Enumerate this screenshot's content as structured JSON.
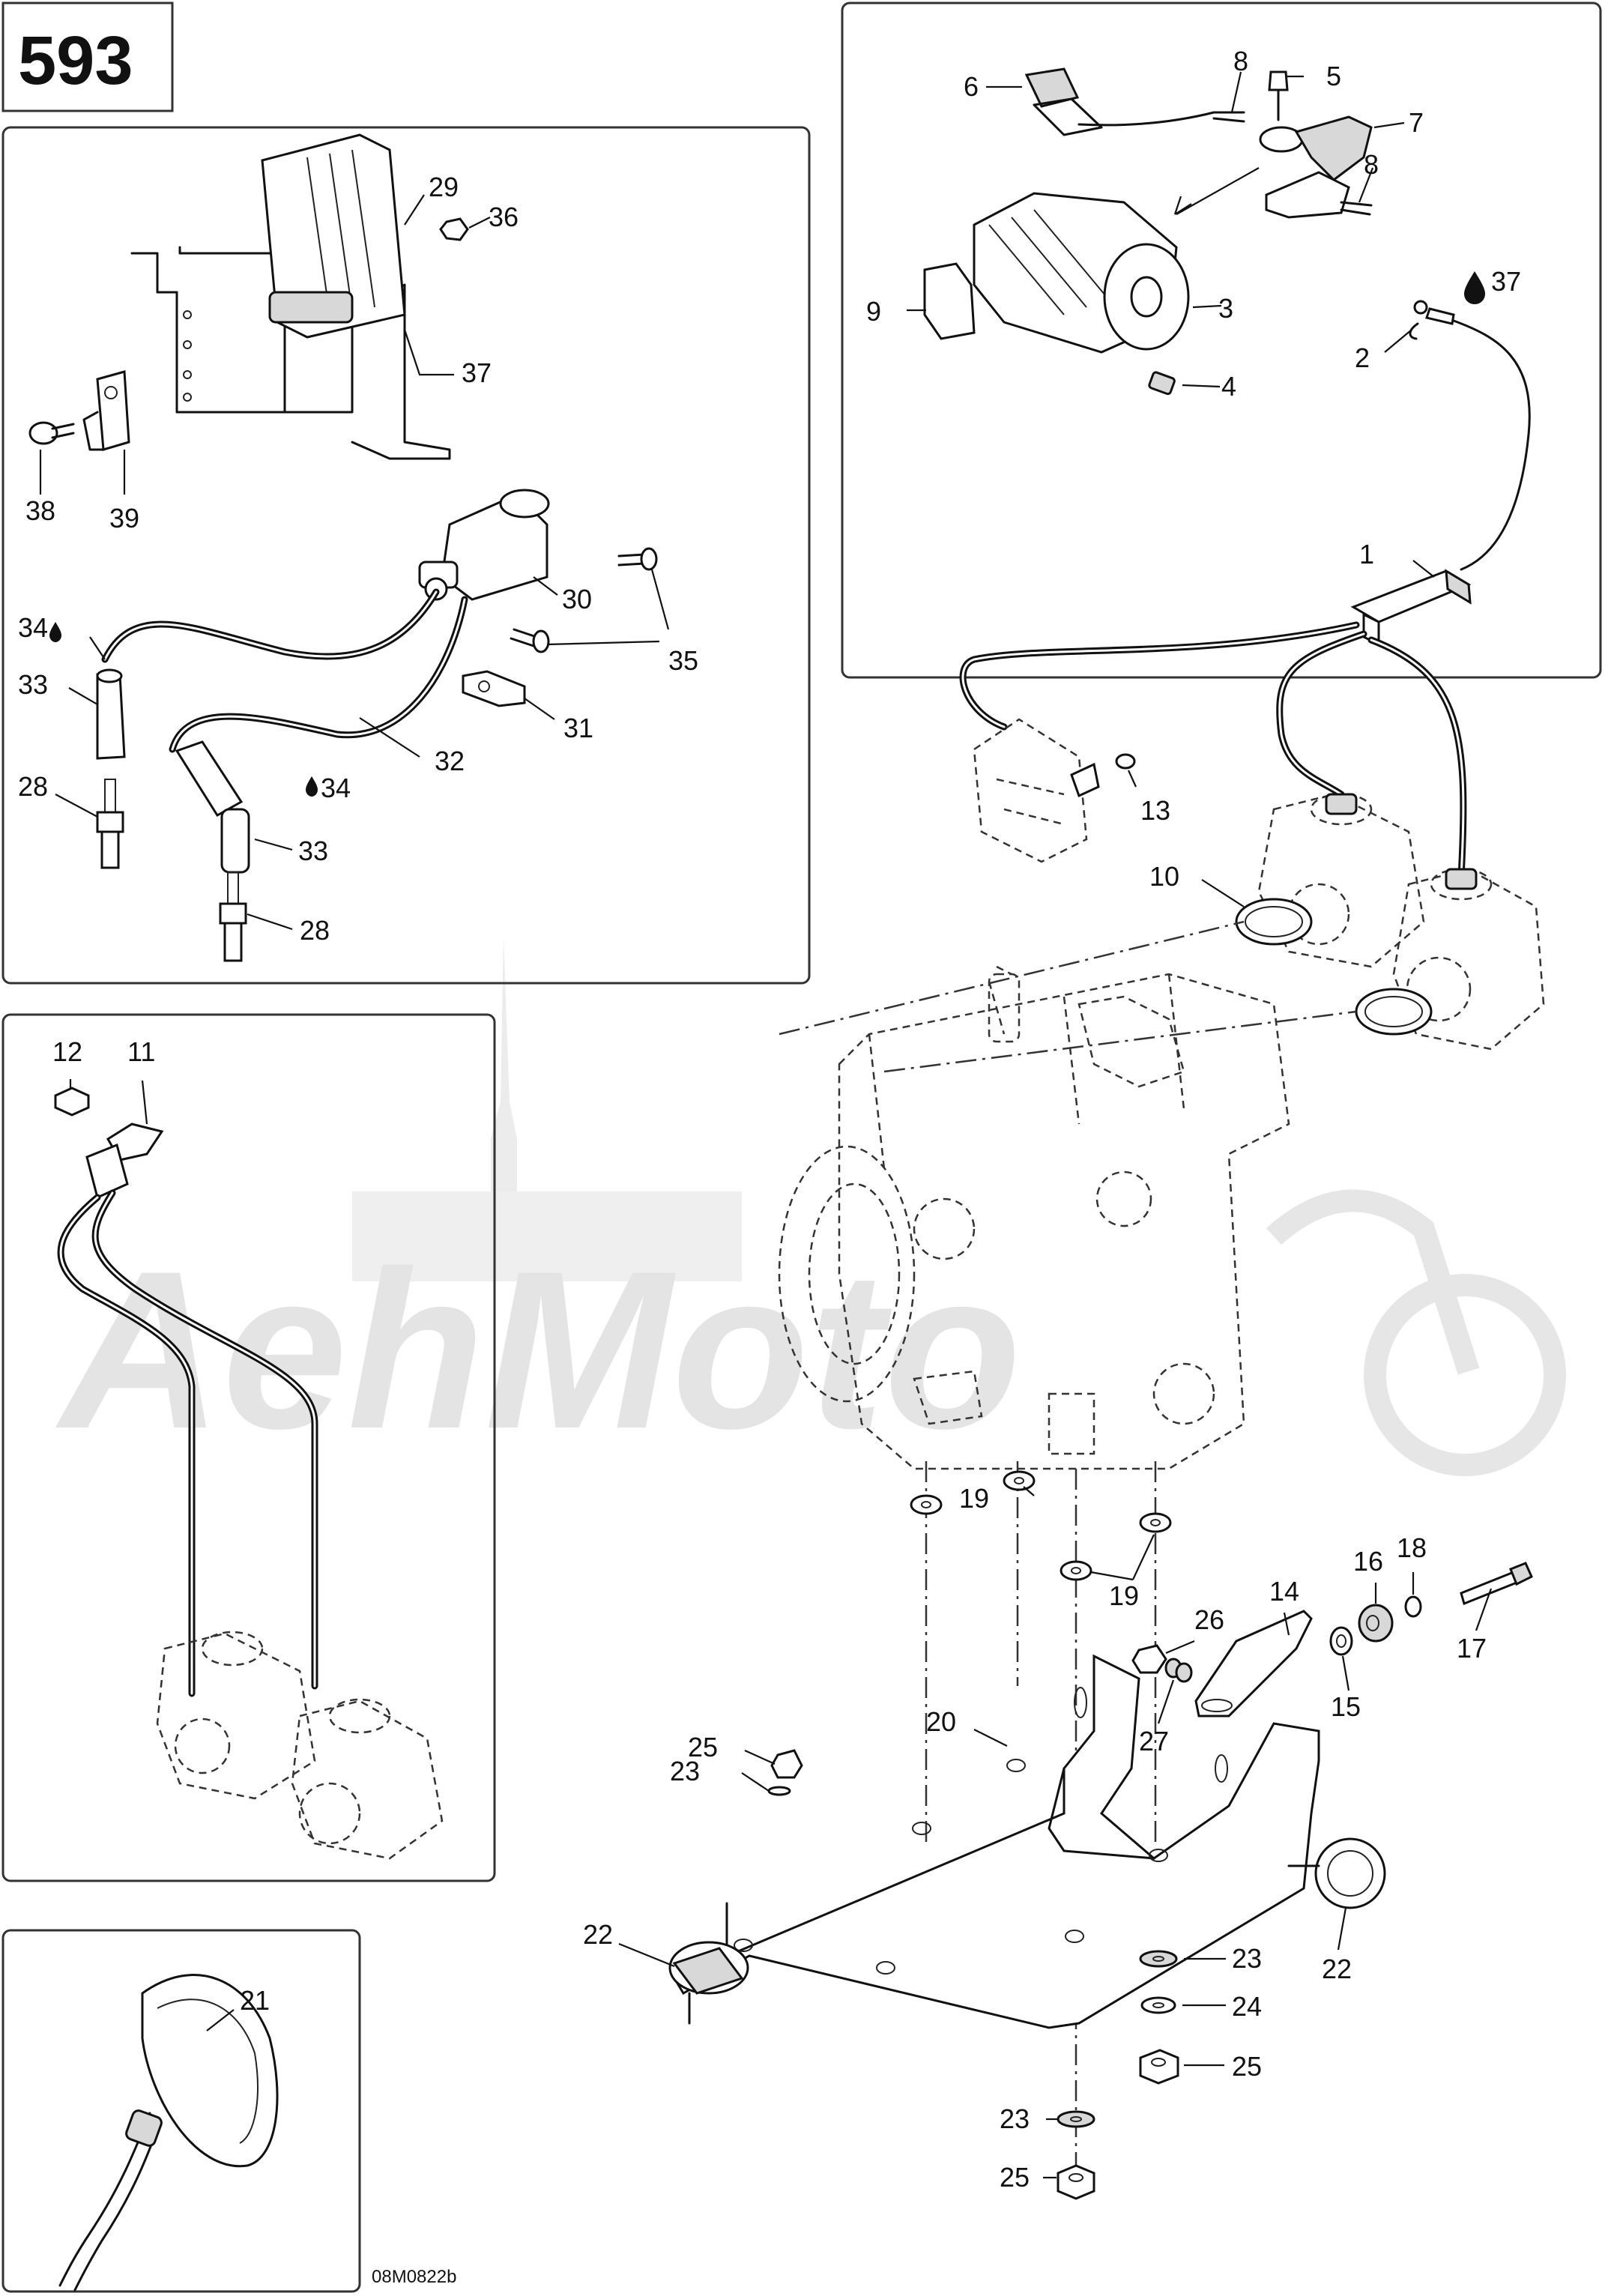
{
  "page_number": "593",
  "figure_code": "08M0822b",
  "watermark": "AehMoto",
  "fluid_icon": "oil-drop-icon",
  "callouts": [
    {
      "id": "c1",
      "text": "1"
    },
    {
      "id": "c2",
      "text": "2"
    },
    {
      "id": "c3",
      "text": "3"
    },
    {
      "id": "c4",
      "text": "4"
    },
    {
      "id": "c5",
      "text": "5"
    },
    {
      "id": "c6",
      "text": "6"
    },
    {
      "id": "c7",
      "text": "7"
    },
    {
      "id": "c8a",
      "text": "8"
    },
    {
      "id": "c8b",
      "text": "8"
    },
    {
      "id": "c9",
      "text": "9"
    },
    {
      "id": "c10",
      "text": "10"
    },
    {
      "id": "c11",
      "text": "11"
    },
    {
      "id": "c12",
      "text": "12"
    },
    {
      "id": "c13",
      "text": "13"
    },
    {
      "id": "c14",
      "text": "14"
    },
    {
      "id": "c15",
      "text": "15"
    },
    {
      "id": "c16",
      "text": "16"
    },
    {
      "id": "c17",
      "text": "17"
    },
    {
      "id": "c18",
      "text": "18"
    },
    {
      "id": "c19a",
      "text": "19"
    },
    {
      "id": "c19b",
      "text": "19"
    },
    {
      "id": "c20",
      "text": "20"
    },
    {
      "id": "c21",
      "text": "21"
    },
    {
      "id": "c22a",
      "text": "22"
    },
    {
      "id": "c22b",
      "text": "22"
    },
    {
      "id": "c23a",
      "text": "23"
    },
    {
      "id": "c23b",
      "text": "23"
    },
    {
      "id": "c23c",
      "text": "23"
    },
    {
      "id": "c24",
      "text": "24"
    },
    {
      "id": "c25a",
      "text": "25"
    },
    {
      "id": "c25b",
      "text": "25"
    },
    {
      "id": "c25c",
      "text": "25"
    },
    {
      "id": "c26",
      "text": "26"
    },
    {
      "id": "c27",
      "text": "27"
    },
    {
      "id": "c28a",
      "text": "28"
    },
    {
      "id": "c28b",
      "text": "28"
    },
    {
      "id": "c29",
      "text": "29"
    },
    {
      "id": "c30",
      "text": "30"
    },
    {
      "id": "c31",
      "text": "31"
    },
    {
      "id": "c32",
      "text": "32"
    },
    {
      "id": "c33a",
      "text": "33"
    },
    {
      "id": "c33b",
      "text": "33"
    },
    {
      "id": "c34a",
      "text": "34"
    },
    {
      "id": "c34b",
      "text": "34"
    },
    {
      "id": "c35",
      "text": "35"
    },
    {
      "id": "c36",
      "text": "36"
    },
    {
      "id": "c37a",
      "text": "37"
    },
    {
      "id": "c37b",
      "text": "37"
    },
    {
      "id": "c38",
      "text": "38"
    },
    {
      "id": "c39",
      "text": "39"
    }
  ]
}
